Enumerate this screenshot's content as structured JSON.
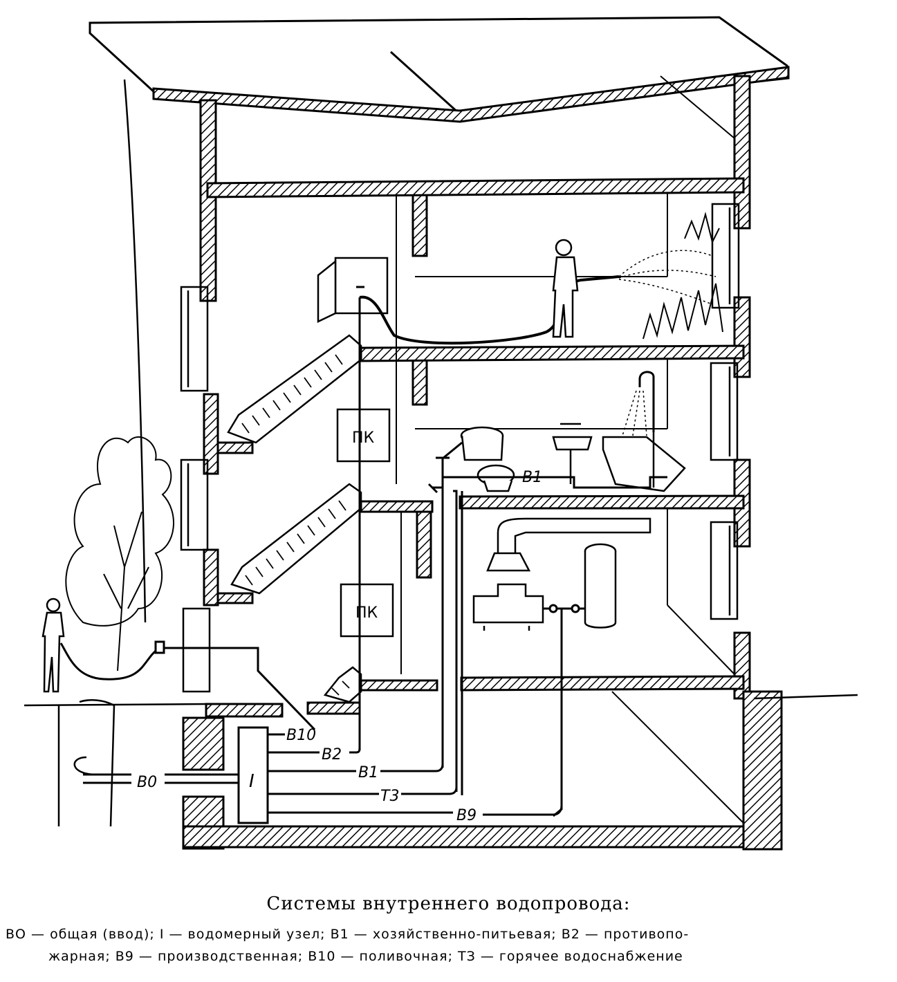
{
  "labels": {
    "pk_upper": "ПК",
    "pk_lower": "ПК",
    "b1_room": "B1",
    "b10": "B10",
    "b2": "B2",
    "b1": "B1",
    "t3": "T3",
    "b9": "B9",
    "b0": "B0",
    "meter": "I"
  },
  "caption": {
    "title": "Системы внутреннего водопровода:",
    "line1": "ВО — общая (ввод); I — водомерный узел; В1 — хозяйственно-питьевая; В2 — противопо-",
    "line2": "жарная; В9 — производственная; В10 — поливочная; ТЗ — горячее водоснабжение"
  }
}
